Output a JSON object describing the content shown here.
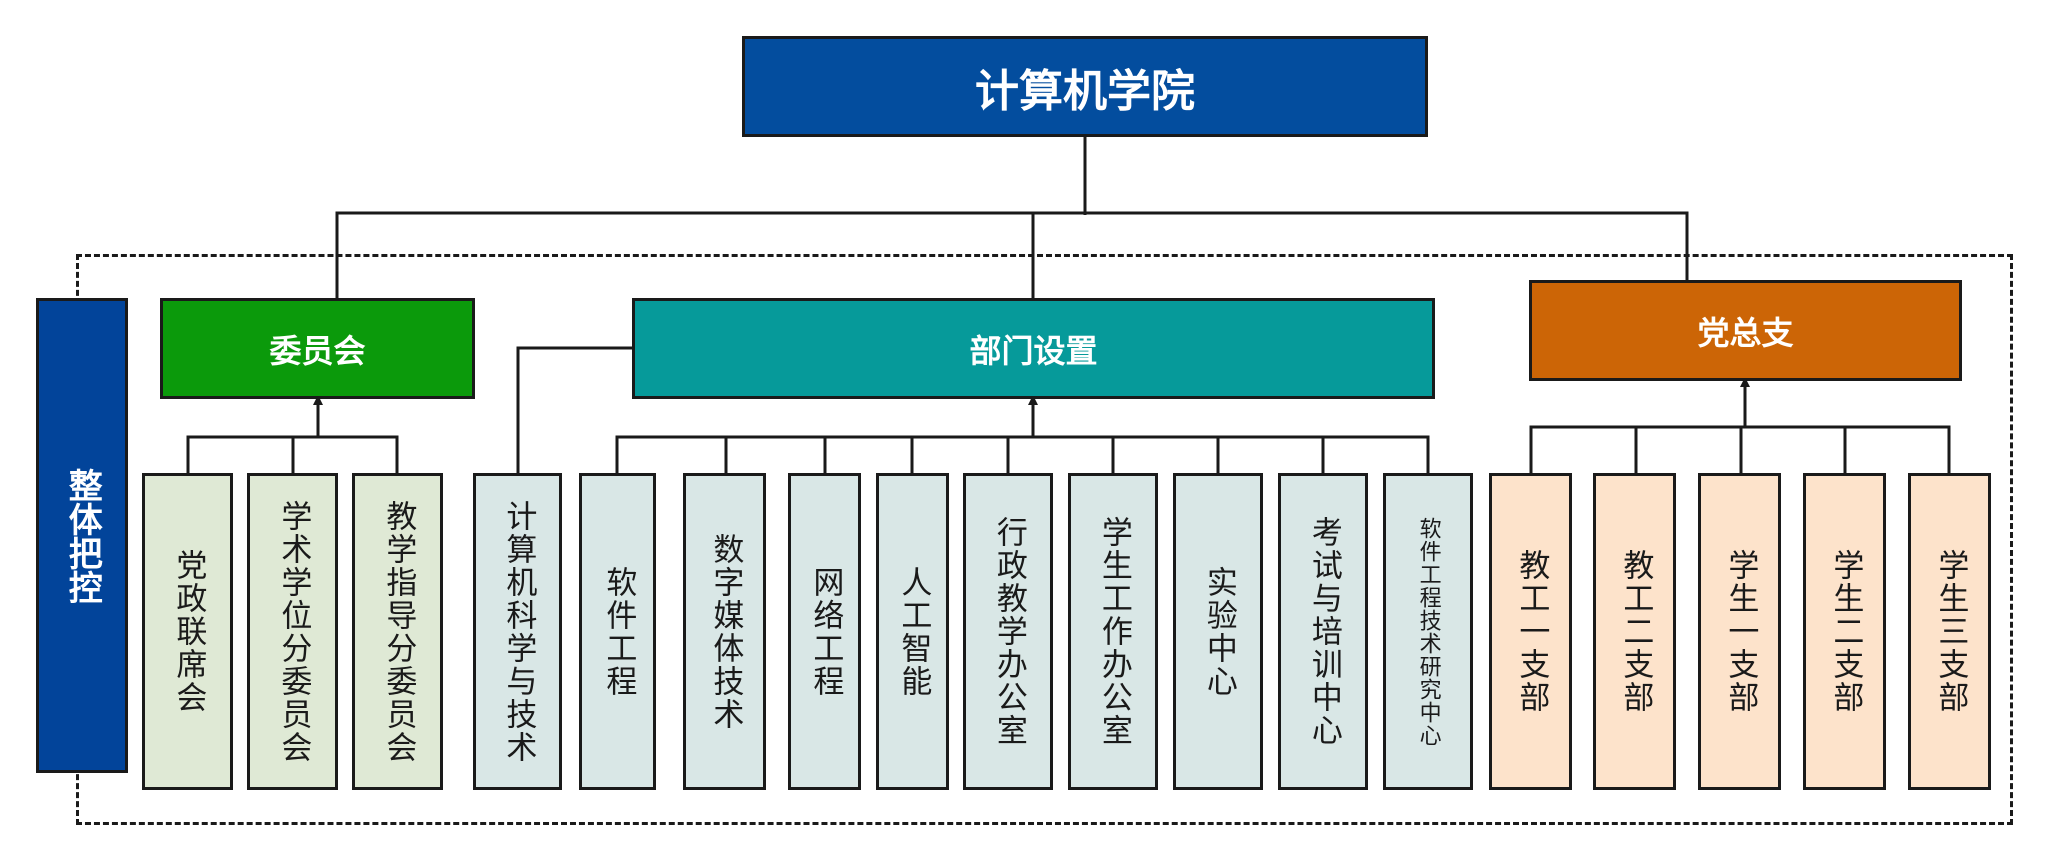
{
  "root": {
    "label": "计算机学院",
    "color": "#034d9e"
  },
  "overall": {
    "label": "整体把控",
    "color": "#02449a"
  },
  "groups": {
    "committee": {
      "label": "委员会",
      "color": "#0b9a0b",
      "children": [
        "党政联席会",
        "学术学位分委员会",
        "教学指导分委员会"
      ]
    },
    "department": {
      "label": "部门设置",
      "color": "#069a9a",
      "children": [
        "计算机科学与技术",
        "软件工程",
        "数字媒体技术",
        "网络工程",
        "人工智能",
        "行政教学办公室",
        "学生工作办公室",
        "实验中心",
        "考试与培训中心",
        "软件工程技术研究中心"
      ]
    },
    "party": {
      "label": "党总支",
      "color": "#cc6506",
      "children": [
        "教工一支部",
        "教工二支部",
        "学生一支部",
        "学生二支部",
        "学生三支部"
      ]
    }
  }
}
